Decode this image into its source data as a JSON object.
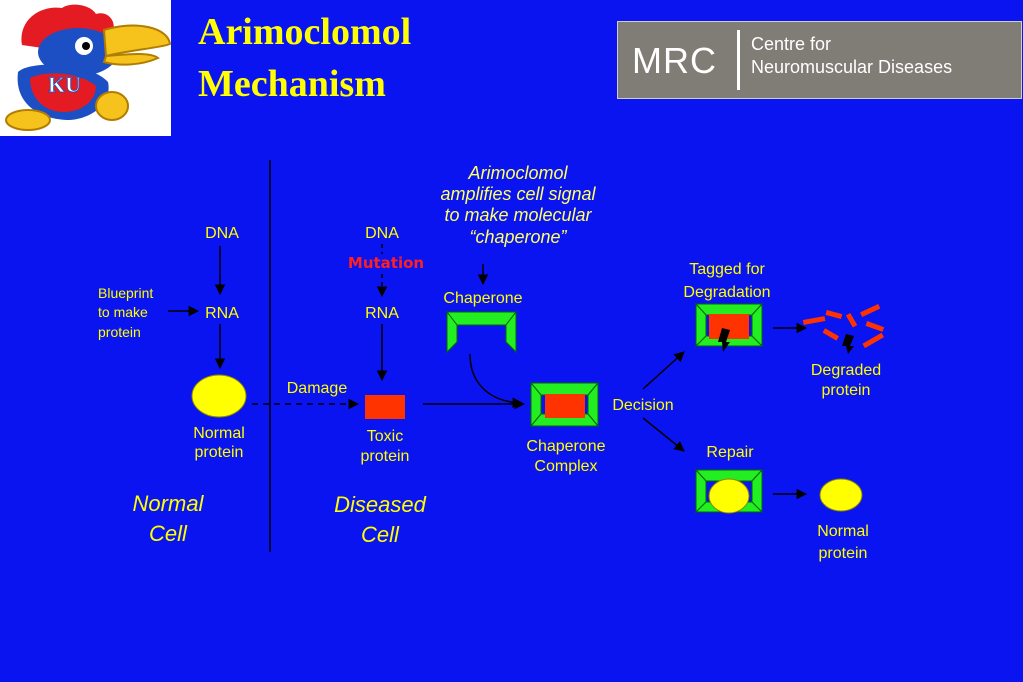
{
  "title": {
    "line1": "Arimoclomol",
    "line2": "Mechanism"
  },
  "logos": {
    "ku_text": "KU",
    "mrc_abbr": "MRC",
    "mrc_name_line1": "Centre for",
    "mrc_name_line2": "Neuromuscular Diseases"
  },
  "diagram": {
    "normal_cell": {
      "dna": "DNA",
      "rna": "RNA",
      "blueprint": [
        "Blueprint",
        "to make",
        "protein"
      ],
      "protein": [
        "Normal",
        "protein"
      ],
      "cell_label": [
        "Normal",
        "Cell"
      ]
    },
    "diseased_cell": {
      "dna": "DNA",
      "mutation": "Mutation",
      "rna": "RNA",
      "damage": "Damage",
      "toxic_protein": [
        "Toxic",
        "protein"
      ],
      "cell_label": [
        "Diseased",
        "Cell"
      ]
    },
    "arimoclomol_note": [
      "Arimoclomol",
      "amplifies cell signal",
      "to make molecular",
      "“chaperone”"
    ],
    "chaperone": "Chaperone",
    "chaperone_complex": [
      "Chaperone",
      "Complex"
    ],
    "decision": "Decision",
    "tagged": [
      "Tagged for",
      "Degradation"
    ],
    "degraded": [
      "Degraded",
      "protein"
    ],
    "repair": "Repair",
    "normal_protein_result": [
      "Normal",
      "protein"
    ]
  },
  "colors": {
    "background": "#0a14f0",
    "title": "#ffff00",
    "note": "#ffff66",
    "label": "#ffff00",
    "mutation": "#ff2020",
    "chaperone_green": "#22ee22",
    "protein_yellow": "#ffff00",
    "toxic_red": "#ff3300"
  }
}
